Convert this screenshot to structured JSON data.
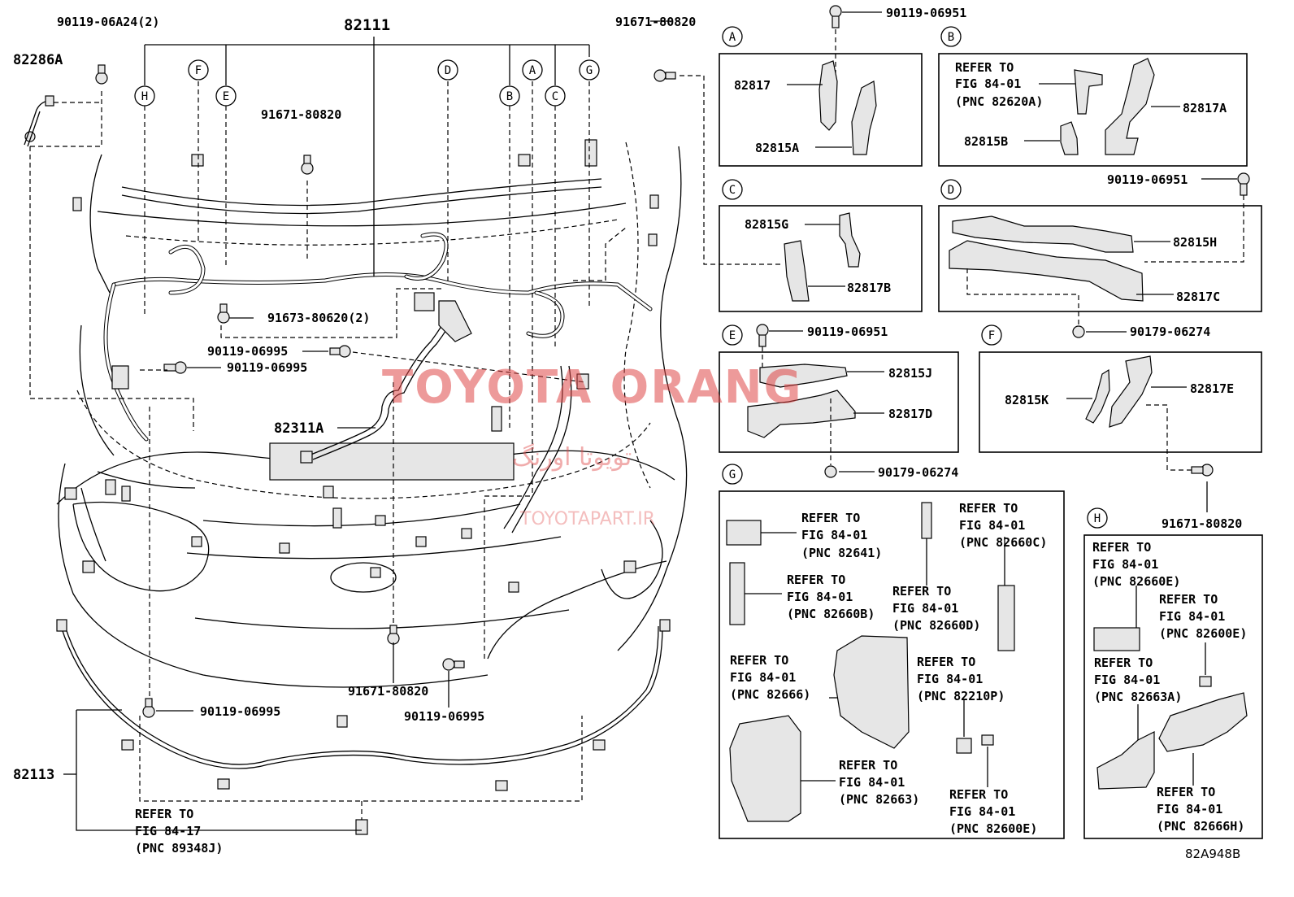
{
  "callouts": {
    "c_82286A": "82286A",
    "c_90119_06A24": "90119-06A24(2)",
    "c_82111": "82111",
    "c_91671_top": "91671-80820",
    "c_91671_mid": "91671-80820",
    "c_91673": "91673-80620(2)",
    "c_90119_06995_a": "90119-06995",
    "c_90119_06995_b": "90119-06995",
    "c_82311A": "82311A",
    "c_90119_06995_c": "90119-06995",
    "c_91671_bottom": "91671-80820",
    "c_90119_06995_d": "90119-06995",
    "c_82113": "82113",
    "c_90119_06951_top": "90119-06951",
    "c_90119_06951_b": "90119-06951",
    "c_90119_06951_e": "90119-06951",
    "c_90179_06274_d": "90179-06274",
    "c_90179_06274_e": "90179-06274",
    "c_91671_f": "91671-80820",
    "figure_code": "82A948B"
  },
  "harness_letters": [
    "H",
    "F",
    "E",
    "D",
    "B",
    "A",
    "C",
    "G"
  ],
  "refer_main": {
    "l1": "REFER TO",
    "l2": "FIG 84-17",
    "l3": "(PNC 89348J)"
  },
  "box_a": {
    "letter": "A",
    "p1": "82817",
    "p2": "82815A"
  },
  "box_b": {
    "letter": "B",
    "r1": "REFER TO",
    "r2": "FIG 84-01",
    "r3": "(PNC 82620A)",
    "p1": "82817A",
    "p2": "82815B"
  },
  "box_c": {
    "letter": "C",
    "p1": "82815G",
    "p2": "82817B"
  },
  "box_d": {
    "letter": "D",
    "p1": "82815H",
    "p2": "82817C"
  },
  "box_e": {
    "letter": "E",
    "p1": "82815J",
    "p2": "82817D"
  },
  "box_f": {
    "letter": "F",
    "p1": "82815K",
    "p2": "82817E"
  },
  "box_g": {
    "letter": "G",
    "refs": [
      {
        "l1": "REFER TO",
        "l2": "FIG 84-01",
        "l3": "(PNC 82641)"
      },
      {
        "l1": "REFER TO",
        "l2": "FIG 84-01",
        "l3": "(PNC 82660C)"
      },
      {
        "l1": "REFER TO",
        "l2": "FIG 84-01",
        "l3": "(PNC 82660B)"
      },
      {
        "l1": "REFER TO",
        "l2": "FIG 84-01",
        "l3": "(PNC 82660D)"
      },
      {
        "l1": "REFER TO",
        "l2": "FIG 84-01",
        "l3": "(PNC 82666)"
      },
      {
        "l1": "REFER TO",
        "l2": "FIG 84-01",
        "l3": "(PNC 82210P)"
      },
      {
        "l1": "REFER TO",
        "l2": "FIG 84-01",
        "l3": "(PNC 82663)"
      },
      {
        "l1": "REFER TO",
        "l2": "FIG 84-01",
        "l3": "(PNC 82600E)"
      }
    ]
  },
  "box_h": {
    "letter": "H",
    "refs": [
      {
        "l1": "REFER TO",
        "l2": "FIG 84-01",
        "l3": "(PNC 82660E)"
      },
      {
        "l1": "REFER TO",
        "l2": "FIG 84-01",
        "l3": "(PNC 82600E)"
      },
      {
        "l1": "REFER TO",
        "l2": "FIG 84-01",
        "l3": "(PNC 82663A)"
      },
      {
        "l1": "REFER TO",
        "l2": "FIG 84-01",
        "l3": "(PNC 82666H)"
      }
    ]
  },
  "watermark": {
    "main": "TOYOTA ORANG",
    "persian": "تویوتا اورنگ",
    "site": "TOYOTAPART.IR"
  },
  "colors": {
    "watermark": "#e04848",
    "line": "#000000"
  }
}
